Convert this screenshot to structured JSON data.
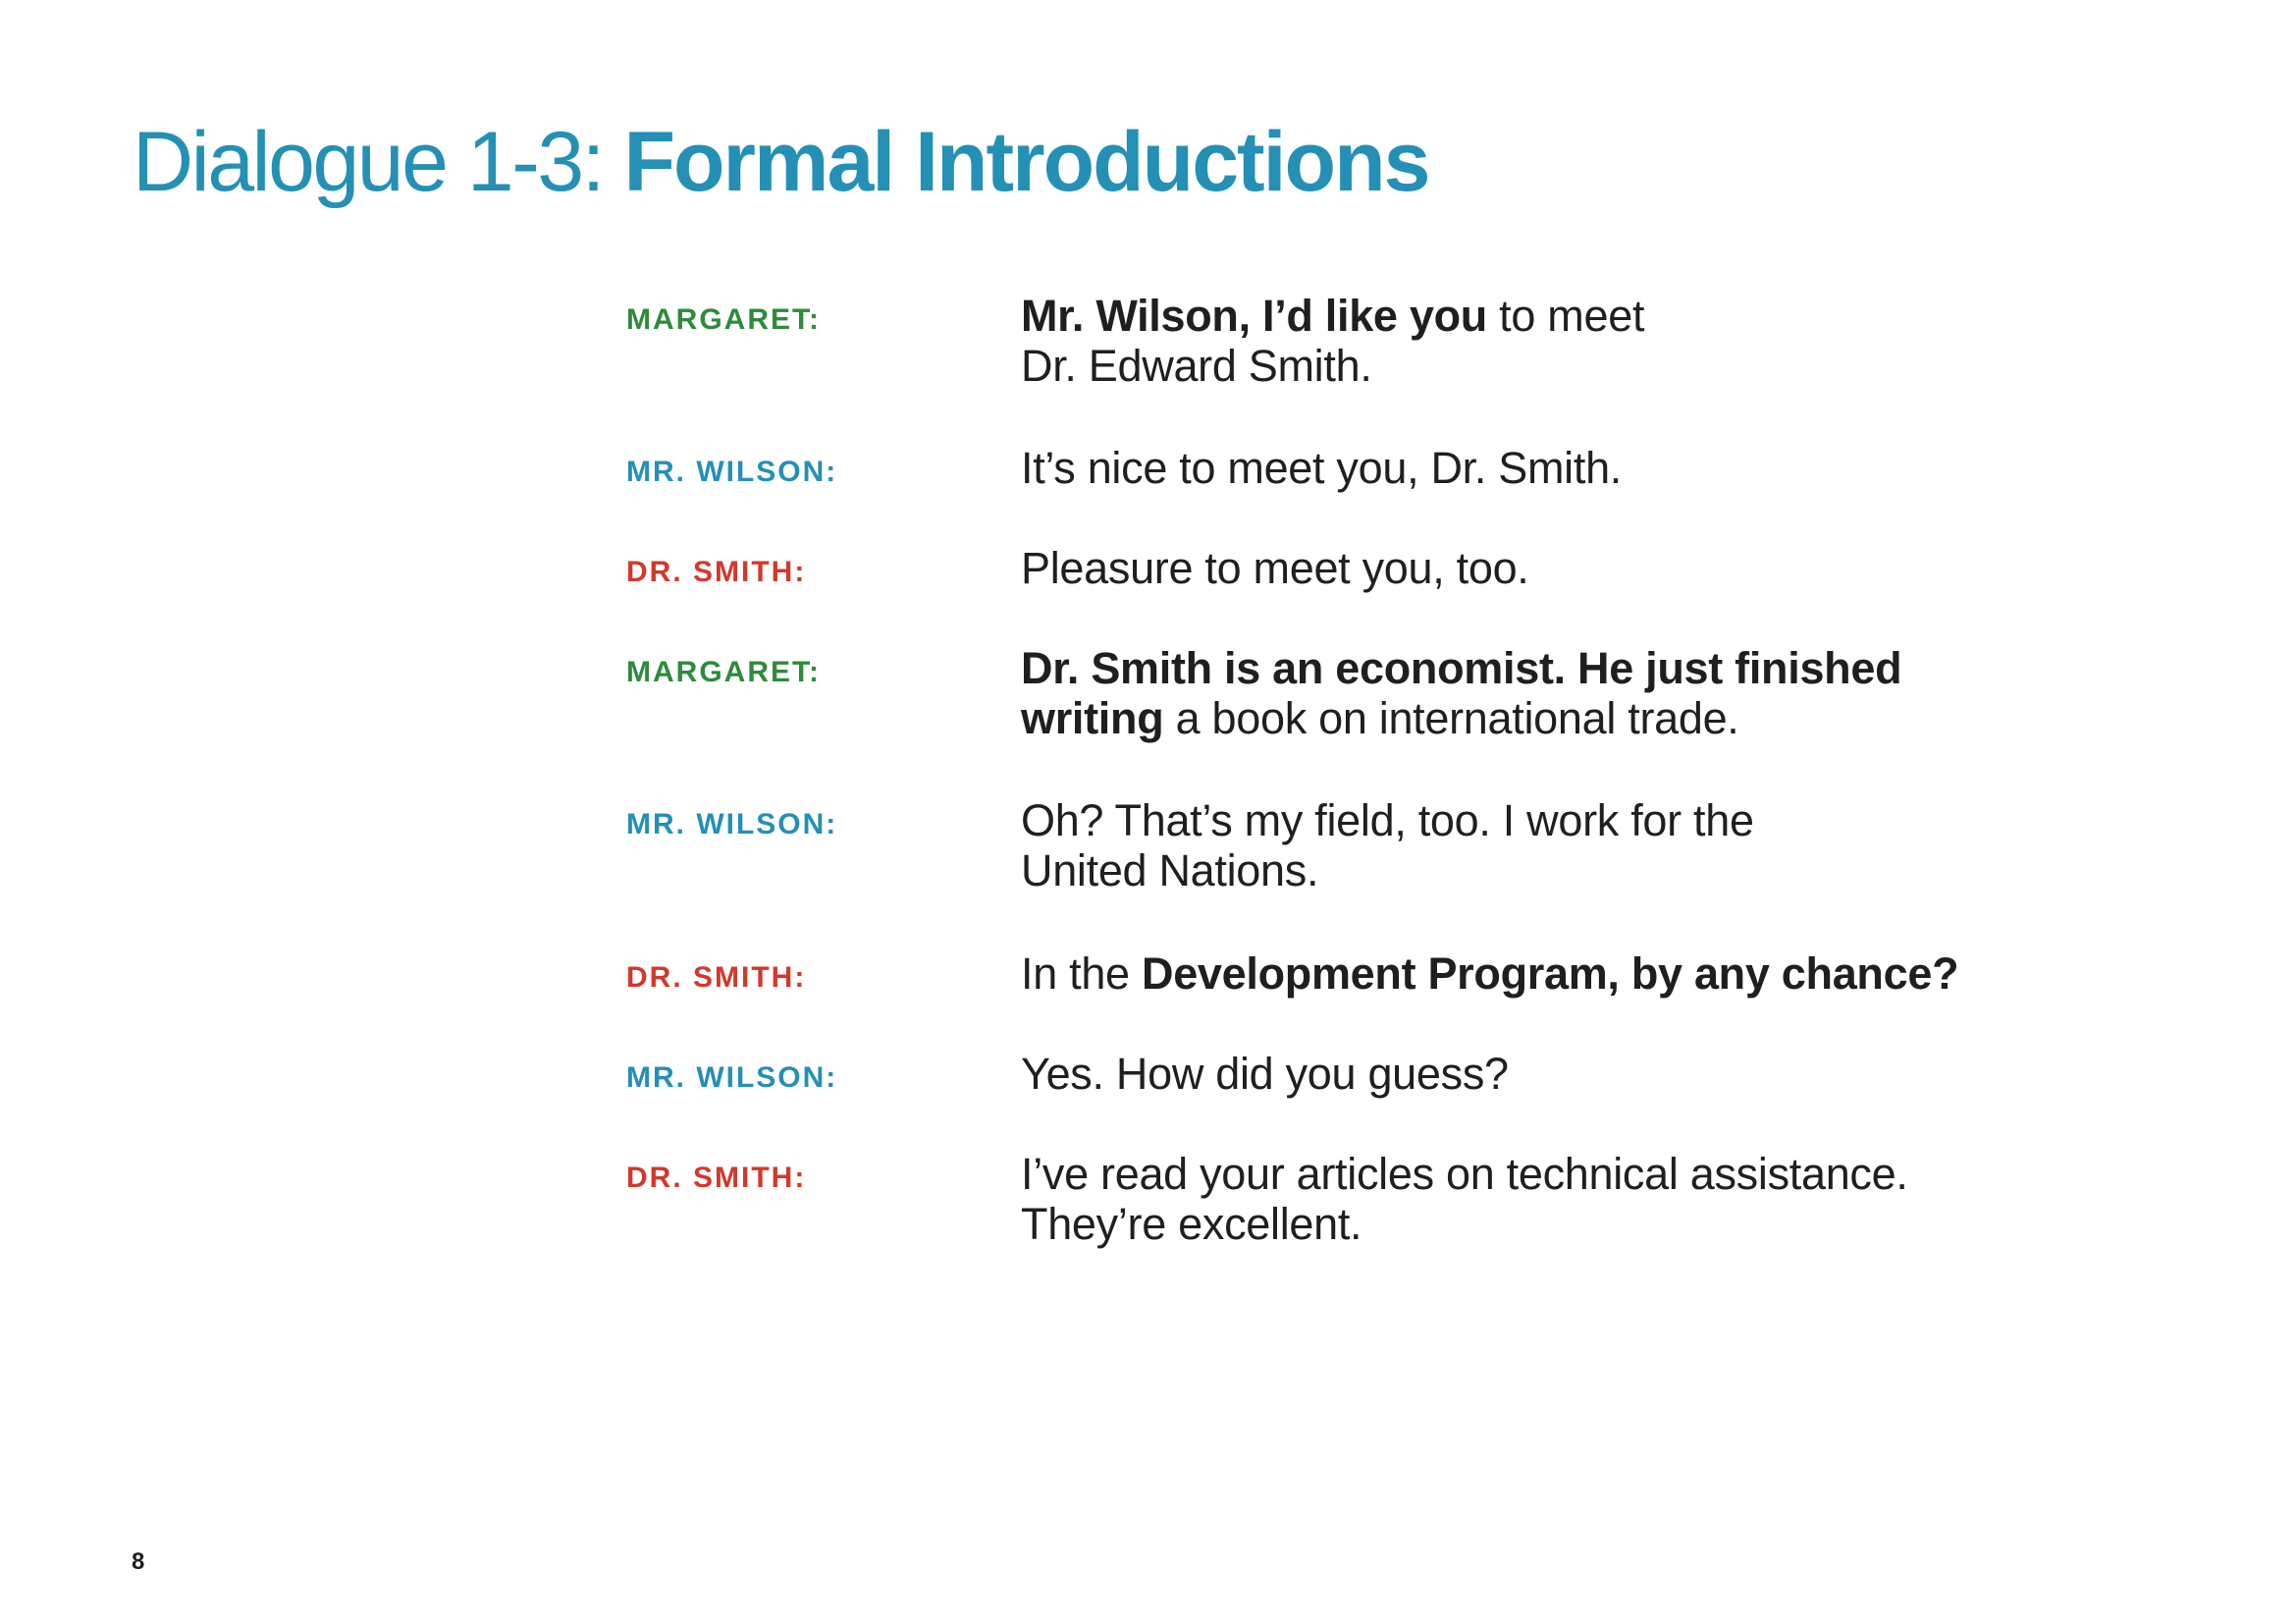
{
  "title": {
    "prefix": "Dialogue 1-3: ",
    "bold": "Formal Introductions",
    "color": "#2490b5"
  },
  "speaker_colors": {
    "MARGARET": "#2e8b3a",
    "MR. WILSON": "#2490b5",
    "DR. SMITH": "#d2392b"
  },
  "dialogue": [
    {
      "speaker": "MARGARET:",
      "speaker_key": "MARGARET",
      "lines": [
        [
          {
            "text": "Mr. Wilson, I’d like you",
            "bold": true
          },
          {
            "text": " to meet",
            "bold": false
          }
        ],
        [
          {
            "text": "Dr. Edward Smith.",
            "bold": false
          }
        ]
      ]
    },
    {
      "speaker": "MR. WILSON:",
      "speaker_key": "MR. WILSON",
      "lines": [
        [
          {
            "text": "It’s nice to meet you, Dr. Smith.",
            "bold": false
          }
        ]
      ]
    },
    {
      "speaker": "DR. SMITH:",
      "speaker_key": "DR. SMITH",
      "lines": [
        [
          {
            "text": "Pleasure to meet you, too.",
            "bold": false
          }
        ]
      ]
    },
    {
      "speaker": "MARGARET:",
      "speaker_key": "MARGARET",
      "lines": [
        [
          {
            "text": "Dr. Smith is an economist. He just finished",
            "bold": true
          }
        ],
        [
          {
            "text": "writing",
            "bold": true
          },
          {
            "text": " a book on international trade.",
            "bold": false
          }
        ]
      ]
    },
    {
      "speaker": "MR. WILSON:",
      "speaker_key": "MR. WILSON",
      "lines": [
        [
          {
            "text": "Oh? That’s my field, too. I work for the",
            "bold": false
          }
        ],
        [
          {
            "text": "United Nations.",
            "bold": false
          }
        ]
      ]
    },
    {
      "speaker": "DR. SMITH:",
      "speaker_key": "DR. SMITH",
      "lines": [
        [
          {
            "text": "In the ",
            "bold": false
          },
          {
            "text": "Development Program, by any chance?",
            "bold": true
          }
        ]
      ]
    },
    {
      "speaker": "MR. WILSON:",
      "speaker_key": "MR. WILSON",
      "lines": [
        [
          {
            "text": "Yes. How did you guess?",
            "bold": false
          }
        ]
      ]
    },
    {
      "speaker": "DR. SMITH:",
      "speaker_key": "DR. SMITH",
      "lines": [
        [
          {
            "text": "I’ve read your articles on technical assistance.",
            "bold": false
          }
        ],
        [
          {
            "text": "They’re excellent.",
            "bold": false
          }
        ]
      ]
    }
  ],
  "page_number": "8"
}
